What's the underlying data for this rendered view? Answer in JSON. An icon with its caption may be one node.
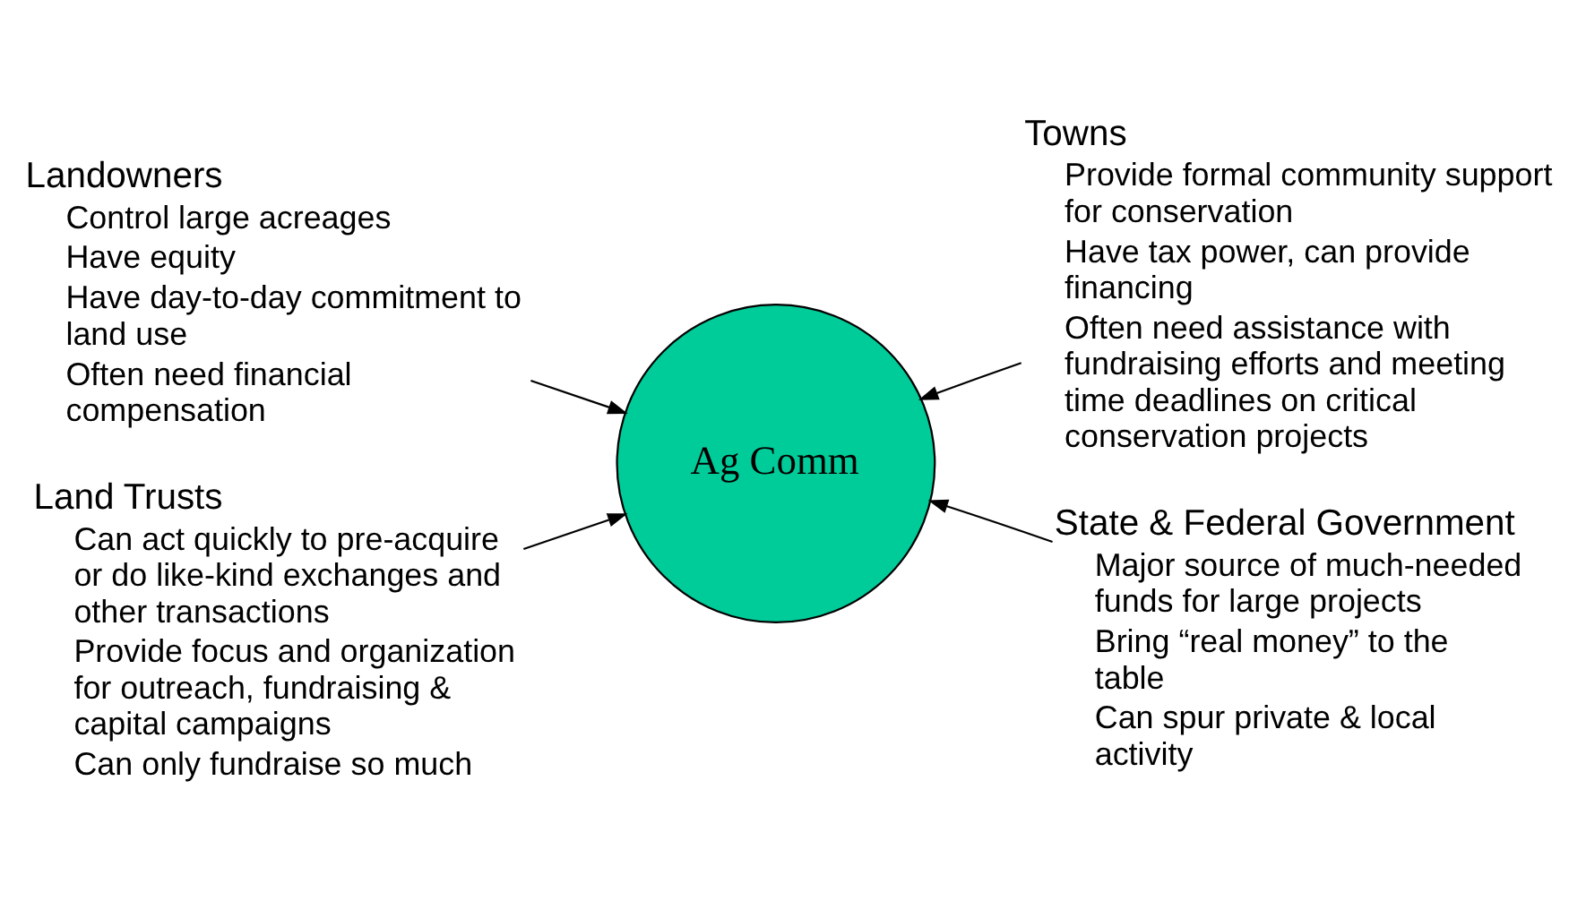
{
  "diagram": {
    "nodes": [
      {
        "text": [
          "Landowners",
          "Control large acreages",
          "Have equity",
          "Have day-to-day commitment to land use",
          "Often need financial compensation"
        ]
      },
      {
        "text": [
          "Towns",
          "Provide formal community support for conservation",
          "Have tax power, can provide financing",
          "Often need assistance with fundraising efforts and meeting time deadlines on critical conservation projects"
        ]
      },
      {
        "text": [
          "Ag Comm"
        ]
      },
      {
        "text": [
          "Land Trusts",
          "Can act quickly to pre-acquire or do like-kind exchanges and other transactions",
          "Provide focus and organization for outreach, fundraising & capital campaigns",
          "Can only fundraise so much"
        ]
      },
      {
        "text": [
          "State & Federal Government",
          "Major source of much-needed funds for large projects",
          "Bring “real money” to the table",
          "Can spur private & local activity"
        ]
      }
    ],
    "edges": [
      {
        "from": 0,
        "to": 2,
        "arrow": "to"
      },
      {
        "from": 1,
        "to": 2,
        "arrow": "to"
      },
      {
        "from": 3,
        "to": 2,
        "arrow": "to"
      },
      {
        "from": 4,
        "to": 2,
        "arrow": "to"
      }
    ]
  }
}
